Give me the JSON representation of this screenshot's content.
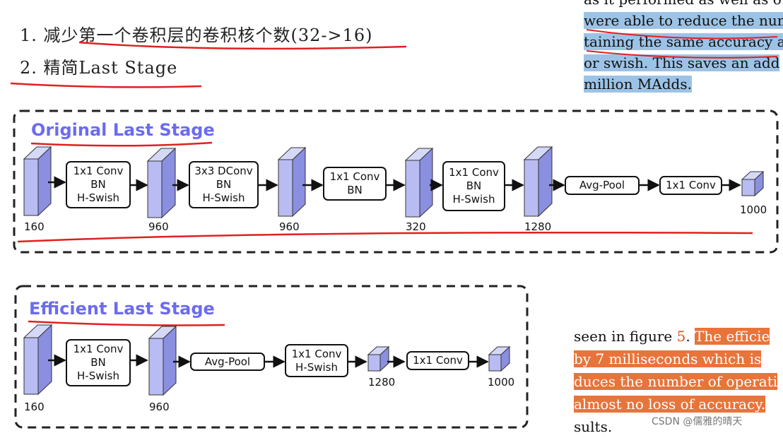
{
  "notes": {
    "line1": "1. 减少第一个卷积层的卷积核个数(32->16)",
    "line2": "2. 精简Last Stage"
  },
  "paper_top": {
    "lines": [
      "as it performed as well as o",
      "were able to reduce the num",
      "taining the same accuracy a",
      "or swish.  This saves an add",
      "million MAdds."
    ]
  },
  "paper_bottom": {
    "line1_plain": "seen in figure ",
    "line1_ref": "5",
    "line1_plain2": ". ",
    "line1_hl": "The efficie",
    "lines_hl": [
      "by 7 milliseconds which is",
      "duces the number of operati",
      "almost no loss of accuracy."
    ],
    "line_last": "sults."
  },
  "original_stage": {
    "title": "Original Last Stage",
    "blocks": [
      {
        "lines": [
          "1x1 Conv",
          "BN",
          "H-Swish"
        ]
      },
      {
        "lines": [
          "3x3 DConv",
          "BN",
          "H-Swish"
        ]
      },
      {
        "lines": [
          "1x1 Conv",
          "BN"
        ]
      },
      {
        "lines": [
          "1x1 Conv",
          "BN",
          "H-Swish"
        ]
      },
      {
        "lines": [
          "Avg-Pool"
        ]
      },
      {
        "lines": [
          "1x1 Conv"
        ]
      }
    ],
    "tensor_labels": [
      "160",
      "960",
      "960",
      "320",
      "1280",
      "1000"
    ]
  },
  "efficient_stage": {
    "title": "Efficient Last Stage",
    "blocks": [
      {
        "lines": [
          "1x1 Conv",
          "BN",
          "H-Swish"
        ]
      },
      {
        "lines": [
          "Avg-Pool"
        ]
      },
      {
        "lines": [
          "1x1 Conv",
          "H-Swish"
        ]
      },
      {
        "lines": [
          "1x1 Conv"
        ]
      }
    ],
    "tensor_labels": [
      "160",
      "960",
      "1280",
      "1000"
    ]
  },
  "watermark": "CSDN @儒雅的晴天",
  "colors": {
    "tensor_fill": "#b9bcf2",
    "title_color": "#6b6bf0",
    "annotation_red": "#e02020",
    "highlight_blue": "#9cc3e6",
    "highlight_orange": "#e8743b"
  }
}
